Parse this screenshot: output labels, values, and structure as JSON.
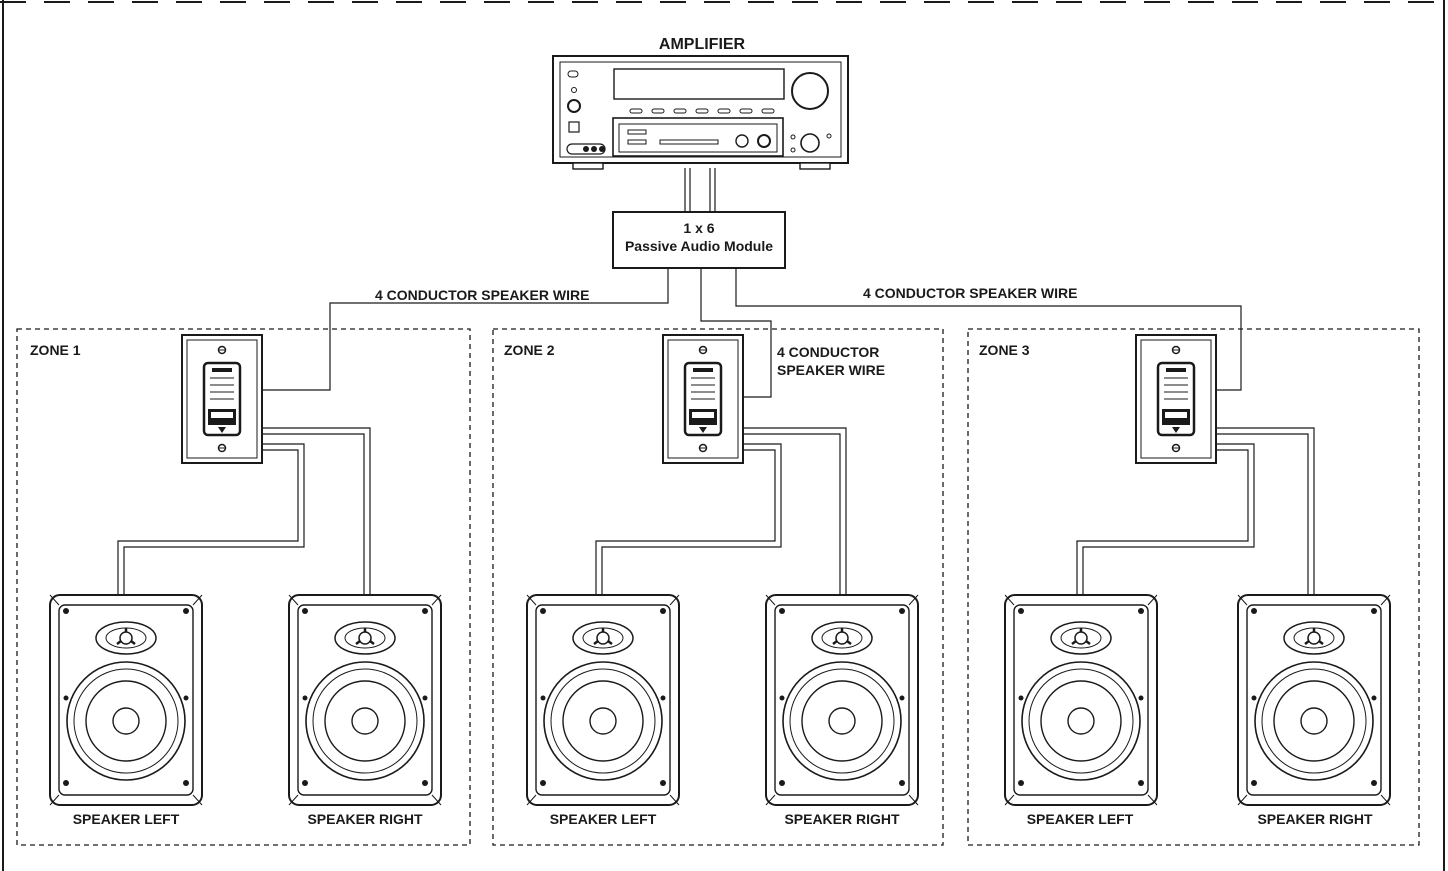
{
  "amplifier": {
    "title": "AMPLIFIER"
  },
  "module": {
    "line1": "1 x 6",
    "line2": "Passive Audio Module"
  },
  "wires": {
    "left_label": "4 CONDUCTOR SPEAKER WIRE",
    "right_label": "4 CONDUCTOR SPEAKER WIRE",
    "center_label_line1": "4 CONDUCTOR",
    "center_label_line2": "SPEAKER WIRE"
  },
  "zones": [
    {
      "name": "ZONE 1",
      "speaker_left": "SPEAKER LEFT",
      "speaker_right": "SPEAKER RIGHT"
    },
    {
      "name": "ZONE 2",
      "speaker_left": "SPEAKER LEFT",
      "speaker_right": "SPEAKER RIGHT"
    },
    {
      "name": "ZONE 3",
      "speaker_left": "SPEAKER LEFT",
      "speaker_right": "SPEAKER RIGHT"
    }
  ],
  "colors": {
    "line": "#1a1a1a",
    "background": "#ffffff"
  },
  "icons": [
    "amplifier-icon",
    "volume-control-icon",
    "speaker-icon"
  ]
}
